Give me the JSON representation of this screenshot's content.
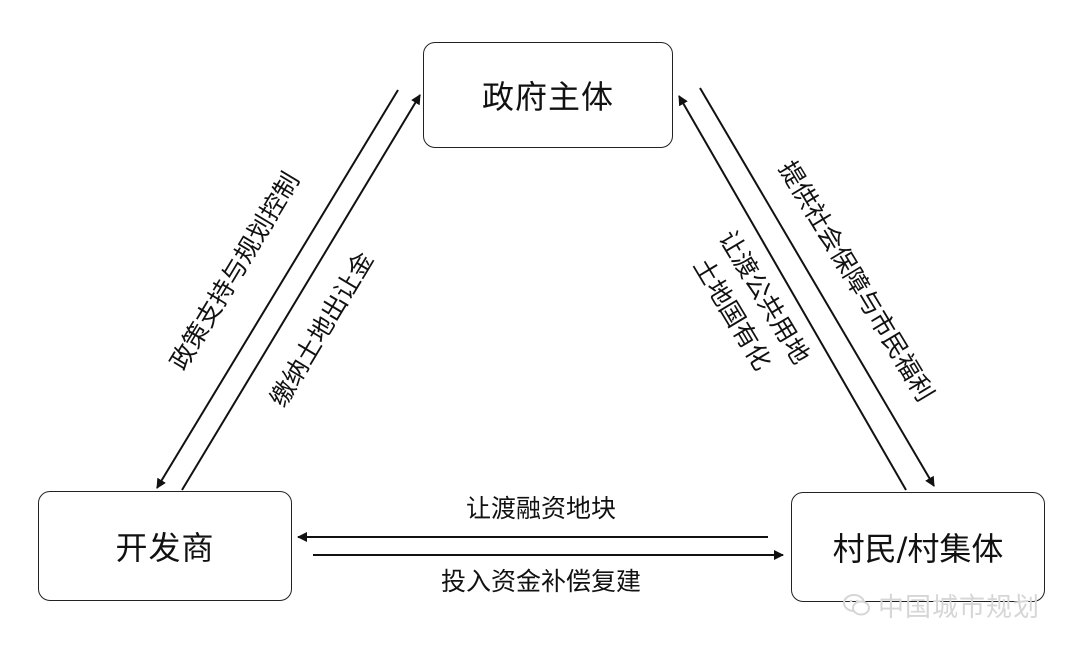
{
  "nodes": {
    "government": "政府主体",
    "developer": "开发商",
    "villagers": "村民/村集体"
  },
  "edges": {
    "policy_support": "政策支持与规划控制",
    "land_fee": "缴纳土地出让金",
    "social_security": "提供社会保障与市民福利",
    "cede_land_line1": "让渡公共用地",
    "cede_land_line2": "土地国有化",
    "financing_plot": "让渡融资地块",
    "compensation": "投入资金补偿复建"
  },
  "watermark": "中国城市规划",
  "colors": {
    "line": "#111111",
    "box_border": "#222222",
    "watermark": "#d6d6d6"
  }
}
